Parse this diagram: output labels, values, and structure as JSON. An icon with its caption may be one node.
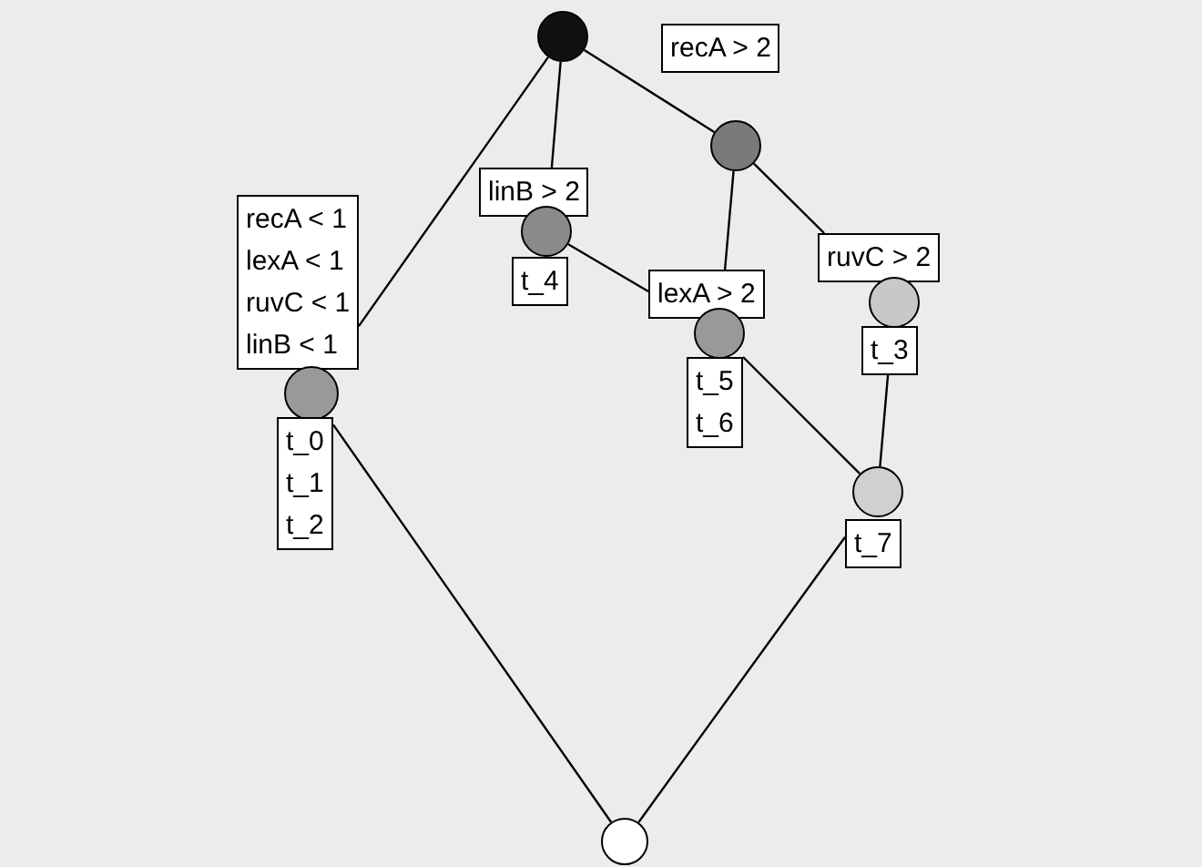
{
  "diagram": {
    "nodes": [
      {
        "text": [],
        "shape": "circle"
      },
      {
        "text": [
          "recA > 2"
        ]
      },
      {
        "text": [],
        "shape": "circle"
      },
      {
        "text": [
          "linB > 2"
        ]
      },
      {
        "text": [],
        "shape": "circle"
      },
      {
        "text": [
          "t_4"
        ]
      },
      {
        "text": [
          "ruvC > 2"
        ]
      },
      {
        "text": [],
        "shape": "circle"
      },
      {
        "text": [
          "t_3"
        ]
      },
      {
        "text": [
          "recA < 1",
          "lexA < 1",
          "ruvC < 1",
          "linB < 1"
        ]
      },
      {
        "text": [],
        "shape": "circle"
      },
      {
        "text": [
          "lexA > 2"
        ]
      },
      {
        "text": [],
        "shape": "circle"
      },
      {
        "text": [
          "t_5",
          "t_6"
        ]
      },
      {
        "text": [
          "t_0",
          "t_1",
          "t_2"
        ]
      },
      {
        "text": [],
        "shape": "circle"
      },
      {
        "text": [
          "t_7"
        ]
      },
      {
        "text": [],
        "shape": "circle"
      }
    ],
    "edges": [
      {
        "from": 0,
        "to": 9,
        "arrow": "none"
      },
      {
        "from": 0,
        "to": 3,
        "arrow": "none"
      },
      {
        "from": 0,
        "to": 2,
        "arrow": "none"
      },
      {
        "from": 2,
        "to": 11,
        "arrow": "none"
      },
      {
        "from": 2,
        "to": 6,
        "arrow": "none"
      },
      {
        "from": 4,
        "to": 11,
        "arrow": "none"
      },
      {
        "from": 13,
        "to": 15,
        "arrow": "none"
      },
      {
        "from": 8,
        "to": 15,
        "arrow": "none"
      },
      {
        "from": 14,
        "to": 17,
        "arrow": "none"
      },
      {
        "from": 16,
        "to": 17,
        "arrow": "none"
      }
    ]
  }
}
